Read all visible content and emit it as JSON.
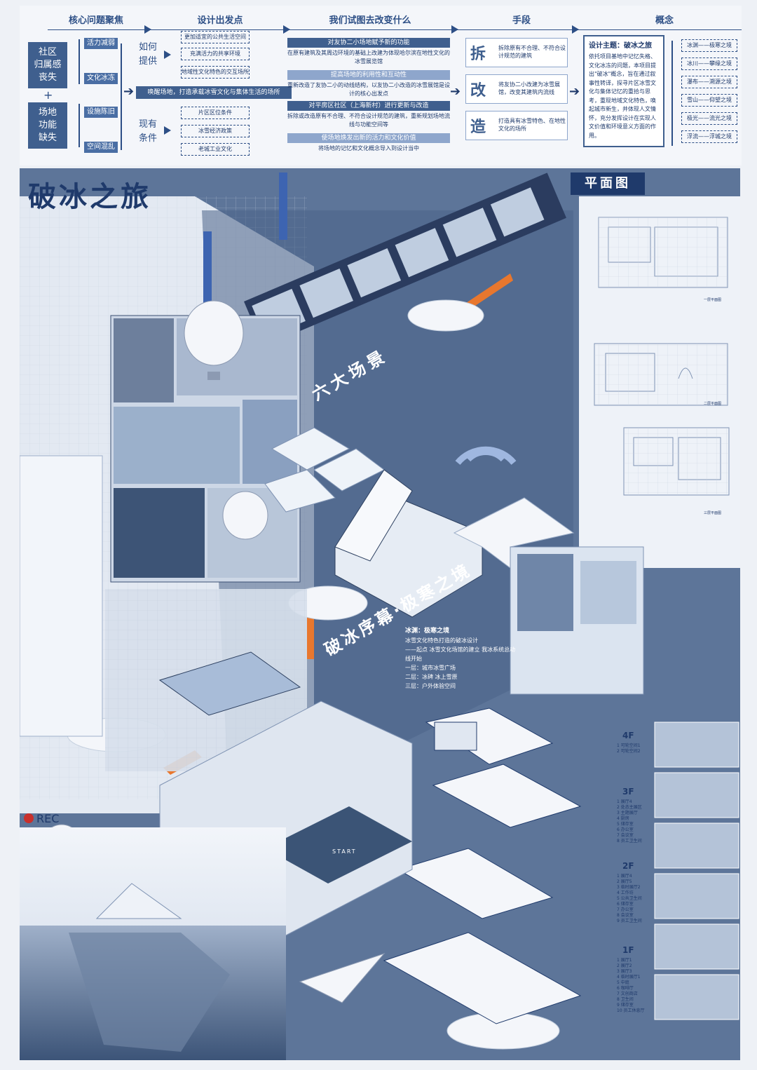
{
  "headers": {
    "core": "核心问题聚焦",
    "start": "设计出发点",
    "change": "我们试图去改变什么",
    "method": "手段",
    "concept": "概念"
  },
  "core_problems": [
    "社区\n归属感\n丧失",
    "场地\n功能\n缺失"
  ],
  "plus": "+",
  "problem_tags": [
    "活力减弱",
    "文化冰冻",
    "设施陈旧",
    "空间混乱"
  ],
  "how_label": "如何\n提供",
  "exist_label": "现有\n条件",
  "how_items": [
    "更加适宜的公共生活空间",
    "充满活力的共享环境",
    "地域性文化特色的交互场所"
  ],
  "exist_items": [
    "片区区位条件",
    "冰雪经济政策",
    "老城工业文化"
  ],
  "mid_banner": "唤醒场地，打造承载冰雪文化与集体生活的场所",
  "changes": [
    {
      "title": "对友协二小场地赋予新的功能",
      "desc": "在原有建筑及其周边环境的基础上改建为体现哈尔滨在地性文化的冰雪展览馆",
      "light": false
    },
    {
      "title": "提高场地的利用性和互动性",
      "desc": "重新改造了友协二小的动线结构，以友协二小改造的冰雪展馆是设计的核心出发点",
      "light": true
    },
    {
      "title": "对平房区社区（上海新村）进行更新与改造",
      "desc": "拆除或改造原有不合理、不符合设计规范的建筑，重新规划场地流线与功能空间等",
      "light": false
    },
    {
      "title": "使场地焕发出新的活力和文化价值",
      "desc": "将场地的记忆和文化概念导入到设计当中",
      "light": true
    }
  ],
  "methods": [
    {
      "char": "拆",
      "desc": "拆除原有不合理、不符合设计规范的建筑"
    },
    {
      "char": "改",
      "desc": "将友协二小改建为冰雪展馆，改变其建筑内流线"
    },
    {
      "char": "造",
      "desc": "打造具有冰雪特色、在地性文化的场所"
    }
  ],
  "concept": {
    "title": "设计主题：破冰之旅",
    "text": "依托项目基地中记忆失格、文化冰冻的问题，本项目提出\"破冰\"概念，旨在通过叙事性转译，探寻片区冰雪文化与集体记忆的重拾与思考，重现地域文化特色，唤起城市新生，并体现人文情怀，充分发挥设计在实现人文价值和环境意义方面的作用。",
    "scenes": [
      "冰渊——极寒之境",
      "冰川——攀缘之境",
      "瀑布——溯源之境",
      "雪山——仰望之境",
      "极光——流光之境",
      "浮流——浮城之境"
    ]
  },
  "main": {
    "title": "破冰之旅",
    "plan_label": "平面图",
    "six_scenes": "六大场景",
    "prologue": "破冰序幕·极寒之境",
    "info": {
      "head": "冰渊：极寒之境",
      "sub": "冰雪文化特色打造的破冰设计",
      "line1": "——起点 冰雪文化场馆的建立 我冰系统总动线开始",
      "f1": "一层：城市冰雪广场",
      "f2": "二层：冰碑 冰上雪原",
      "f3": "三层：户外体验空间"
    },
    "rec": "REC",
    "start_label": "START",
    "floors": {
      "f4": {
        "label": "4F",
        "items": [
          "1 可轮空间1",
          "2 可轮空间2"
        ]
      },
      "f3": {
        "label": "3F",
        "items": [
          "1 展厅4",
          "2 处态主展区",
          "3 主题展厅",
          "4 厨房",
          "5 储存室",
          "6 办公室",
          "7 会议室",
          "8 员工卫生间"
        ]
      },
      "f2": {
        "label": "2F",
        "items": [
          "1 展厅4",
          "2 展厅5",
          "3 临时展厅2",
          "4 工作坊",
          "5 公共卫生间",
          "6 储存室",
          "7 办公室",
          "8 会议室",
          "9 员工卫生间"
        ]
      },
      "f1": {
        "label": "1F",
        "items": [
          "1 展厅1",
          "2 展厅2",
          "3 展厅3",
          "4 临时展厅1",
          "5 中庭",
          "6 咖啡厅",
          "7 文创商店",
          "8 卫生间",
          "9 储存室",
          "10 员工休息厅"
        ]
      }
    },
    "plan_captions": [
      "一层平面图",
      "二层平面图",
      "三层平面图"
    ]
  },
  "colors": {
    "navy": "#1f3a6b",
    "steel": "#5d7599",
    "accent_orange": "#e8772e",
    "ice": "#dfe8f3"
  }
}
